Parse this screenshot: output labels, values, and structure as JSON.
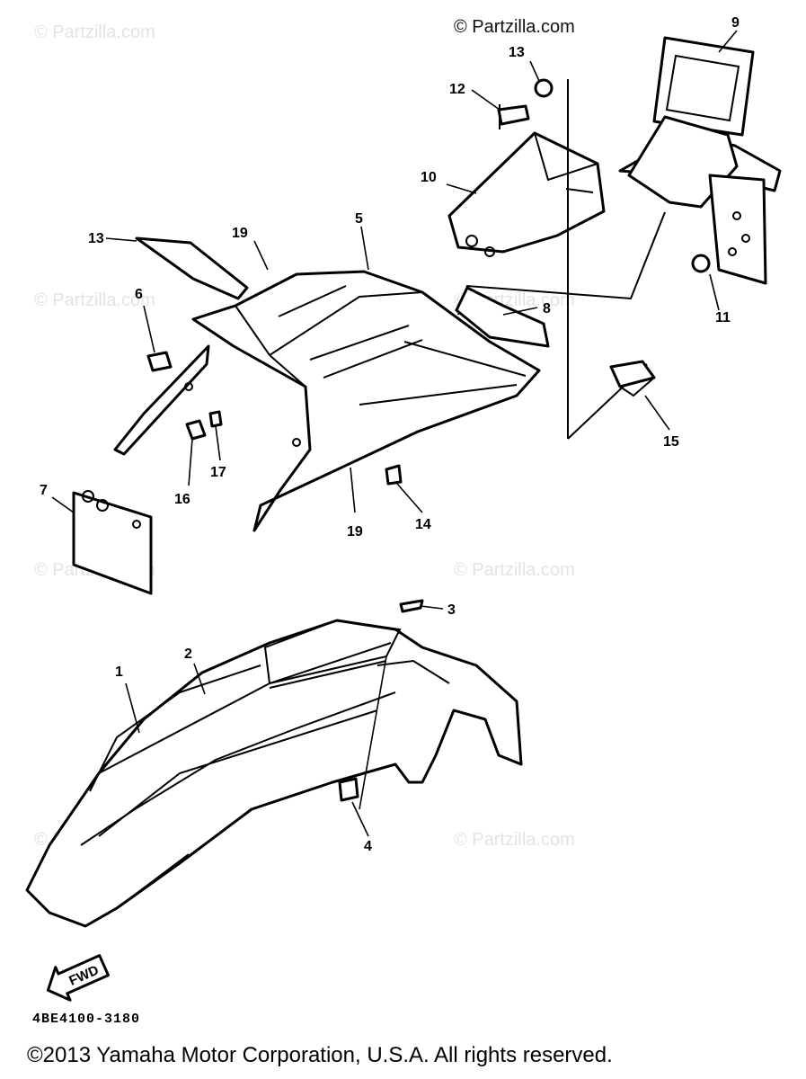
{
  "watermark": "© Partzilla.com",
  "top_watermark": "© Partzilla.com",
  "callouts": {
    "c1": "1",
    "c2": "2",
    "c3": "3",
    "c4": "4",
    "c5": "5",
    "c6": "6",
    "c7": "7",
    "c8": "8",
    "c9": "9",
    "c10": "10",
    "c11": "11",
    "c12": "12",
    "c13a": "13",
    "c13b": "13",
    "c14": "14",
    "c15": "15",
    "c16": "16",
    "c17": "17",
    "c19a": "19",
    "c19b": "19"
  },
  "direction_arrow": "FWD",
  "diagram_code": "4BE4100-3180",
  "copyright": "©2013  Yamaha Motor Corporation, U.S.A. All rights reserved."
}
